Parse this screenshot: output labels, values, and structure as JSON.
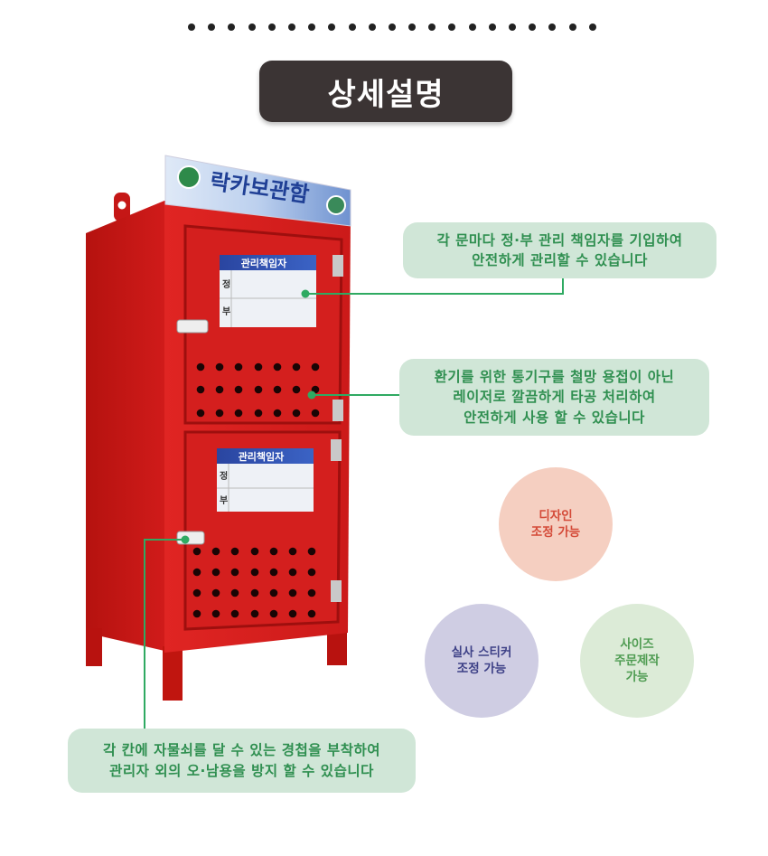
{
  "header": {
    "dot_count": 21,
    "title": "상세설명"
  },
  "product": {
    "sign_text": "락카보관함",
    "label_title": "관리책임자",
    "label_row1": "정",
    "label_row2": "부",
    "colors": {
      "body": "#d8201f",
      "sign": "#2a4fa0"
    }
  },
  "callouts": [
    {
      "lines": [
        "각 문마다 정·부 관리 책임자를 기입하여",
        "안전하게 관리할 수 있습니다"
      ]
    },
    {
      "lines": [
        "환기를 위한 통기구를 철망 용접이 아닌",
        "레이저로 깔끔하게 타공 처리하여",
        "안전하게 사용 할 수 있습니다"
      ]
    },
    {
      "lines": [
        "각 칸에 자물쇠를 달 수 있는 경첩을 부착하여",
        "관리자 외의 오·남용을 방지 할 수 있습니다"
      ]
    }
  ],
  "features": [
    {
      "lines": [
        "디자인",
        "조정 가능"
      ],
      "bg": "#f5cfc1",
      "color": "#d44a38"
    },
    {
      "lines": [
        "실사 스티커",
        "조정 가능"
      ],
      "bg": "#cfcde3",
      "color": "#3e4187"
    },
    {
      "lines": [
        "사이즈",
        "주문제작",
        "가능"
      ],
      "bg": "#dcebd7",
      "color": "#4f9c52"
    }
  ],
  "accent": "#2faa62"
}
